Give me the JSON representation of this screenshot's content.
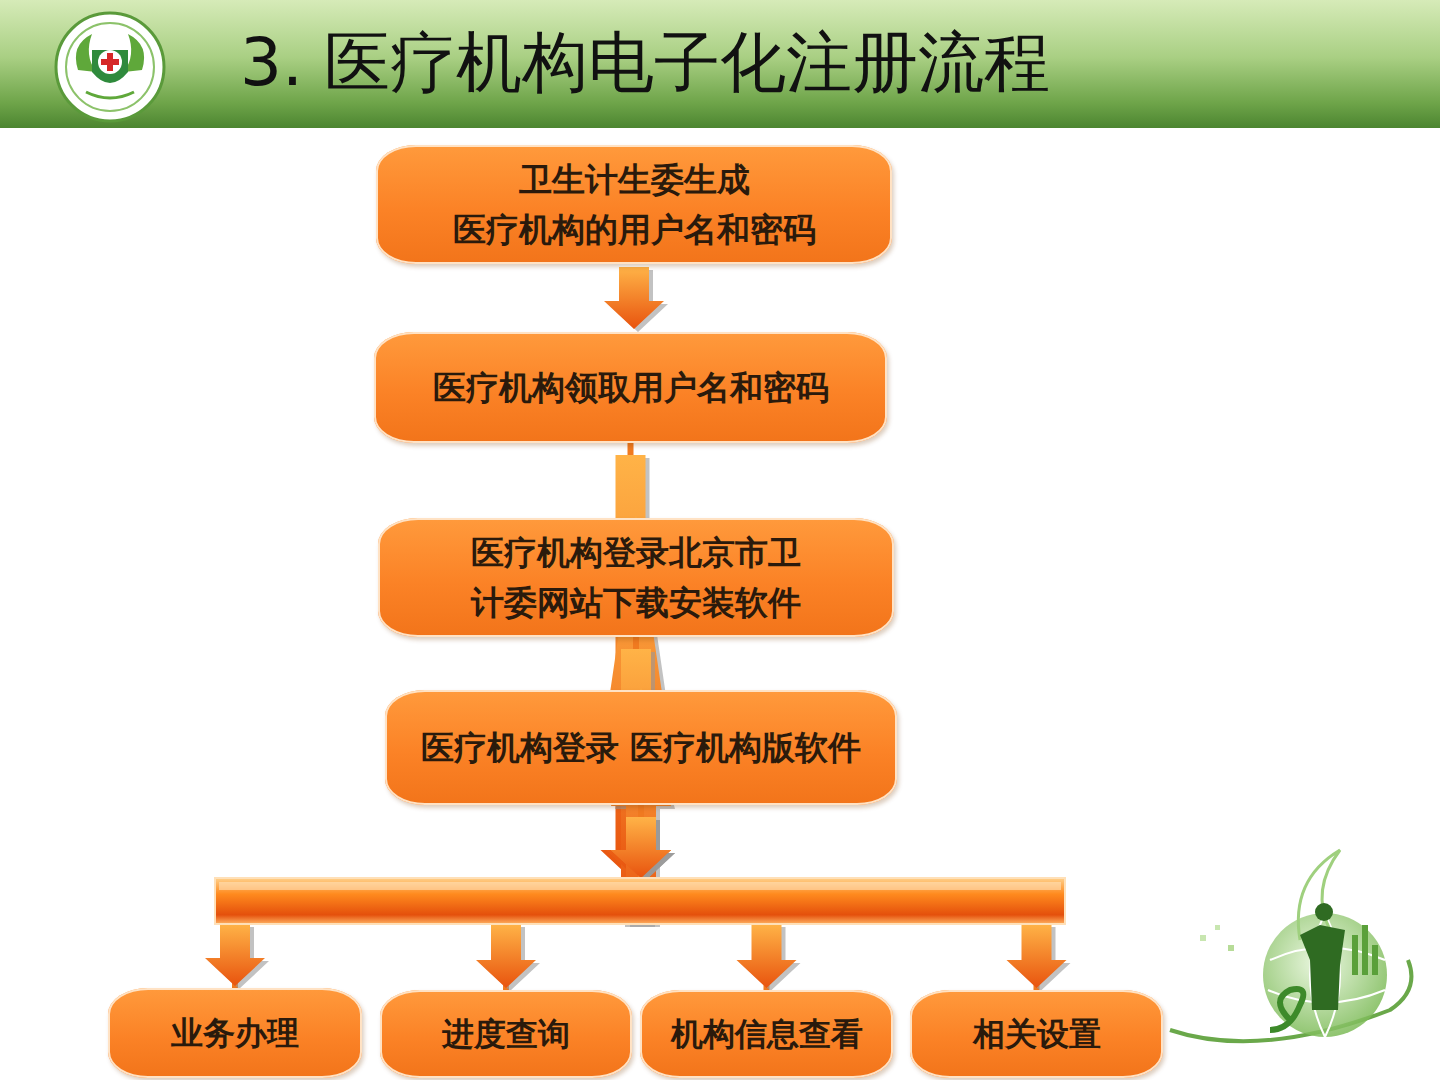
{
  "diagram": {
    "title": "3. 医疗机构电子化注册流程",
    "nodes": [
      {
        "text": [
          "卫生计生委生成 医疗机构的用户名和密码"
        ]
      },
      {
        "text": [
          "医疗机构领取用户名和密码"
        ]
      },
      {
        "text": [
          "医疗机构登录北京市卫 计委网站下载安装软件"
        ]
      },
      {
        "text": [
          "医疗机构登录 医疗机构版软件"
        ]
      },
      {
        "text": [
          "业务办理"
        ]
      },
      {
        "text": [
          "进度查询"
        ]
      },
      {
        "text": [
          "机构信息查看"
        ]
      },
      {
        "text": [
          "相关设置"
        ]
      }
    ],
    "edges": [
      {
        "from": 0,
        "to": 1,
        "arrow": "to"
      },
      {
        "from": 1,
        "to": 2,
        "arrow": "to"
      },
      {
        "from": 2,
        "to": 3,
        "arrow": "to"
      },
      {
        "from": 3,
        "to": 4,
        "arrow": "to"
      },
      {
        "from": 3,
        "to": 5,
        "arrow": "to"
      },
      {
        "from": 3,
        "to": 6,
        "arrow": "to"
      },
      {
        "from": 3,
        "to": 7,
        "arrow": "to"
      }
    ]
  }
}
